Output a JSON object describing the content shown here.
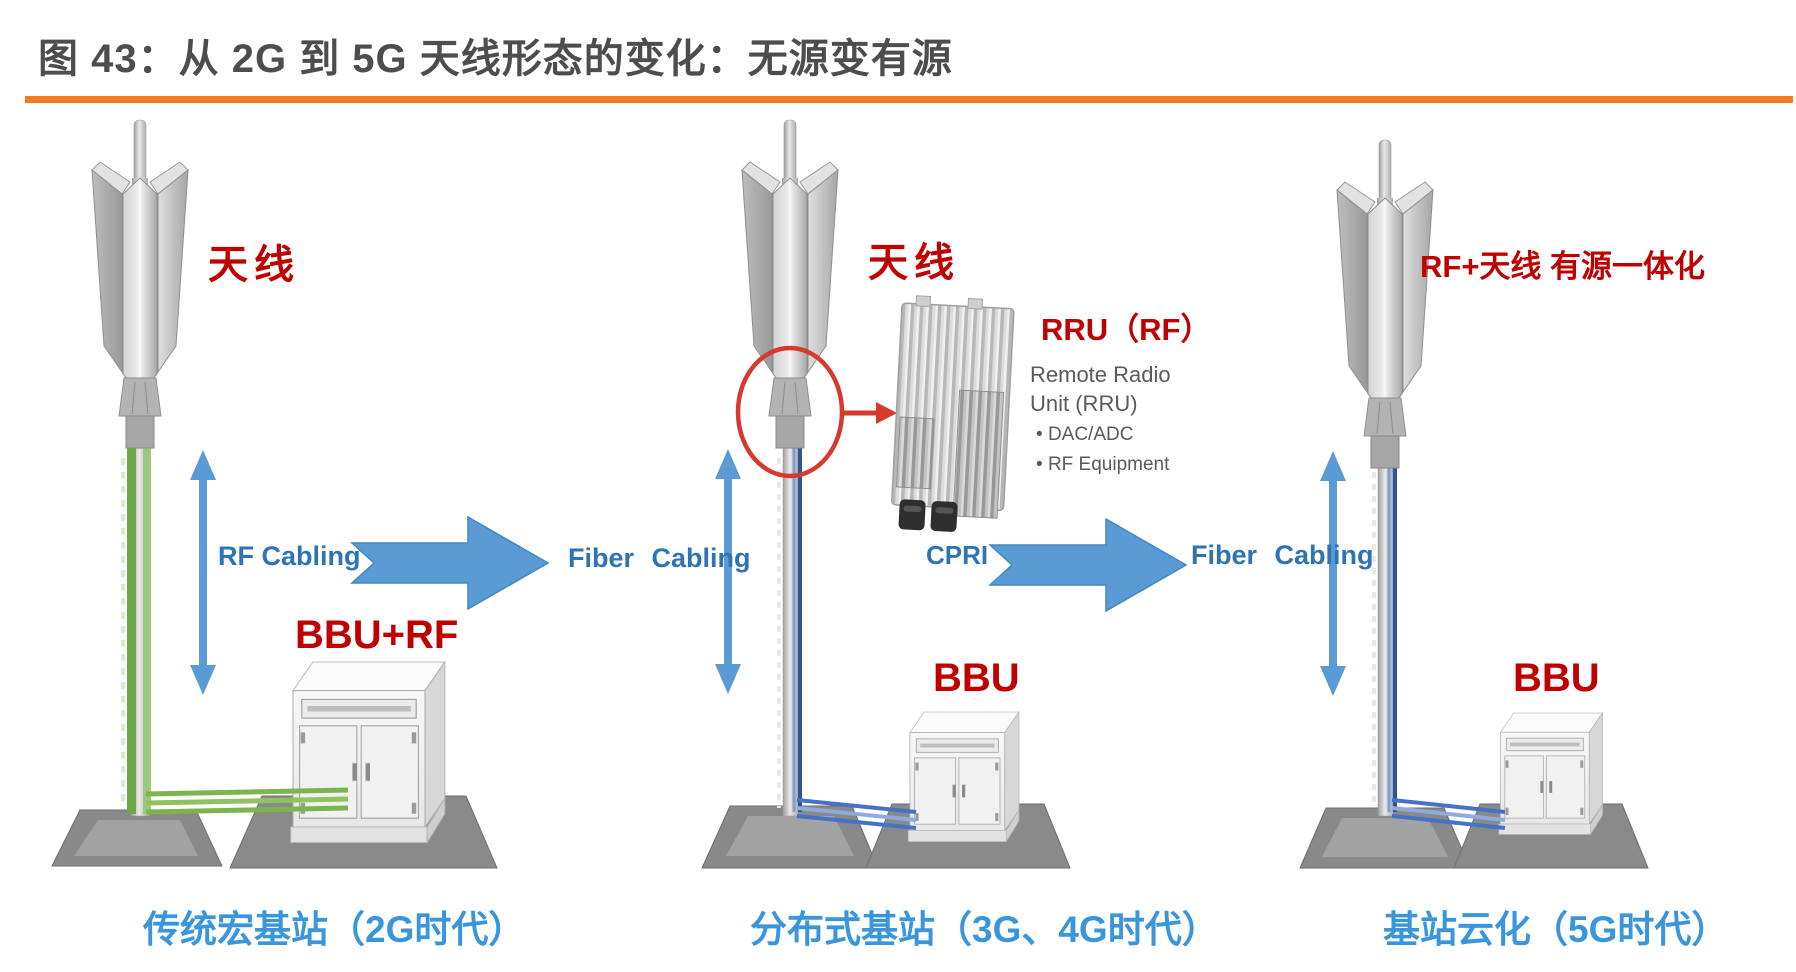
{
  "title": "图 43：从 2G 到 5G 天线形态的变化：无源变有源",
  "colors": {
    "accent_rule_orange": "#F47B20",
    "label_red": "#C00000",
    "term_blue": "#2E74B5",
    "caption_blue": "#3A96DC",
    "arrow_blue": "#5B9BD5",
    "cable_green": "#7CB54E",
    "cable_blue": "#4472C4"
  },
  "panels": [
    {
      "caption": "传统宏基站（2G时代）",
      "antenna_label": "天线",
      "cabling_label": "RF Cabling",
      "unit_label": "BBU+RF"
    },
    {
      "caption": "分布式基站（3G、4G时代）",
      "antenna_label": "天线",
      "cabling_label": "CPRI",
      "unit_label": "BBU",
      "rru": {
        "title": "RRU（RF）",
        "desc_line1": "Remote Radio",
        "desc_line2": "Unit (RRU)",
        "bullets": [
          "DAC/ADC",
          "RF Equipment"
        ]
      }
    },
    {
      "caption": "基站云化（5G时代）",
      "antenna_label": "RF+天线 有源一体化",
      "unit_label": "BBU"
    }
  ],
  "transitions": [
    {
      "label": "Fiber Cabling"
    },
    {
      "label": "Fiber Cabling"
    }
  ]
}
